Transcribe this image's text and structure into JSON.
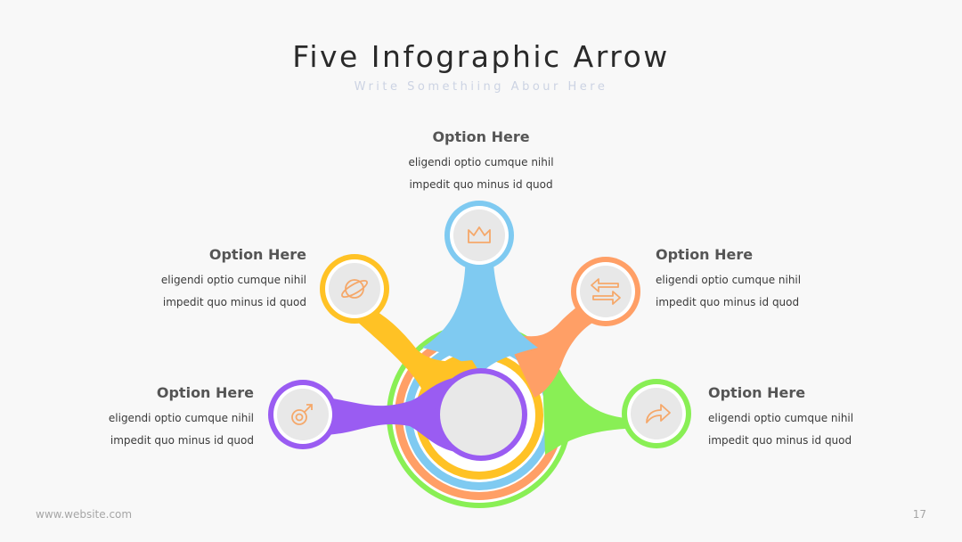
{
  "title": "Five Infographic Arrow",
  "subtitle": "Write Somethiing Abour Here",
  "options": [
    {
      "heading": "Option Here",
      "line1": "eligendi optio cumque nihil",
      "line2": "impedit quo minus id quod",
      "color": "#7fcaf1",
      "icon": "crown-icon"
    },
    {
      "heading": "Option Here",
      "line1": "eligendi optio cumque nihil",
      "line2": "impedit quo minus id quod",
      "color": "#ffc225",
      "icon": "planet-icon"
    },
    {
      "heading": "Option Here",
      "line1": "eligendi optio cumque nihil",
      "line2": "impedit quo minus id quod",
      "color": "#ff9f66",
      "icon": "exchange-arrows-icon"
    },
    {
      "heading": "Option Here",
      "line1": "eligendi optio cumque nihil",
      "line2": "impedit quo minus id quod",
      "color": "#9a5cf2",
      "icon": "male-symbol-icon"
    },
    {
      "heading": "Option Here",
      "line1": "eligendi optio cumque nihil",
      "line2": "impedit quo minus id quod",
      "color": "#89ef55",
      "icon": "share-arrow-icon"
    }
  ],
  "footer": {
    "website": "www.website.com",
    "page": "17"
  }
}
